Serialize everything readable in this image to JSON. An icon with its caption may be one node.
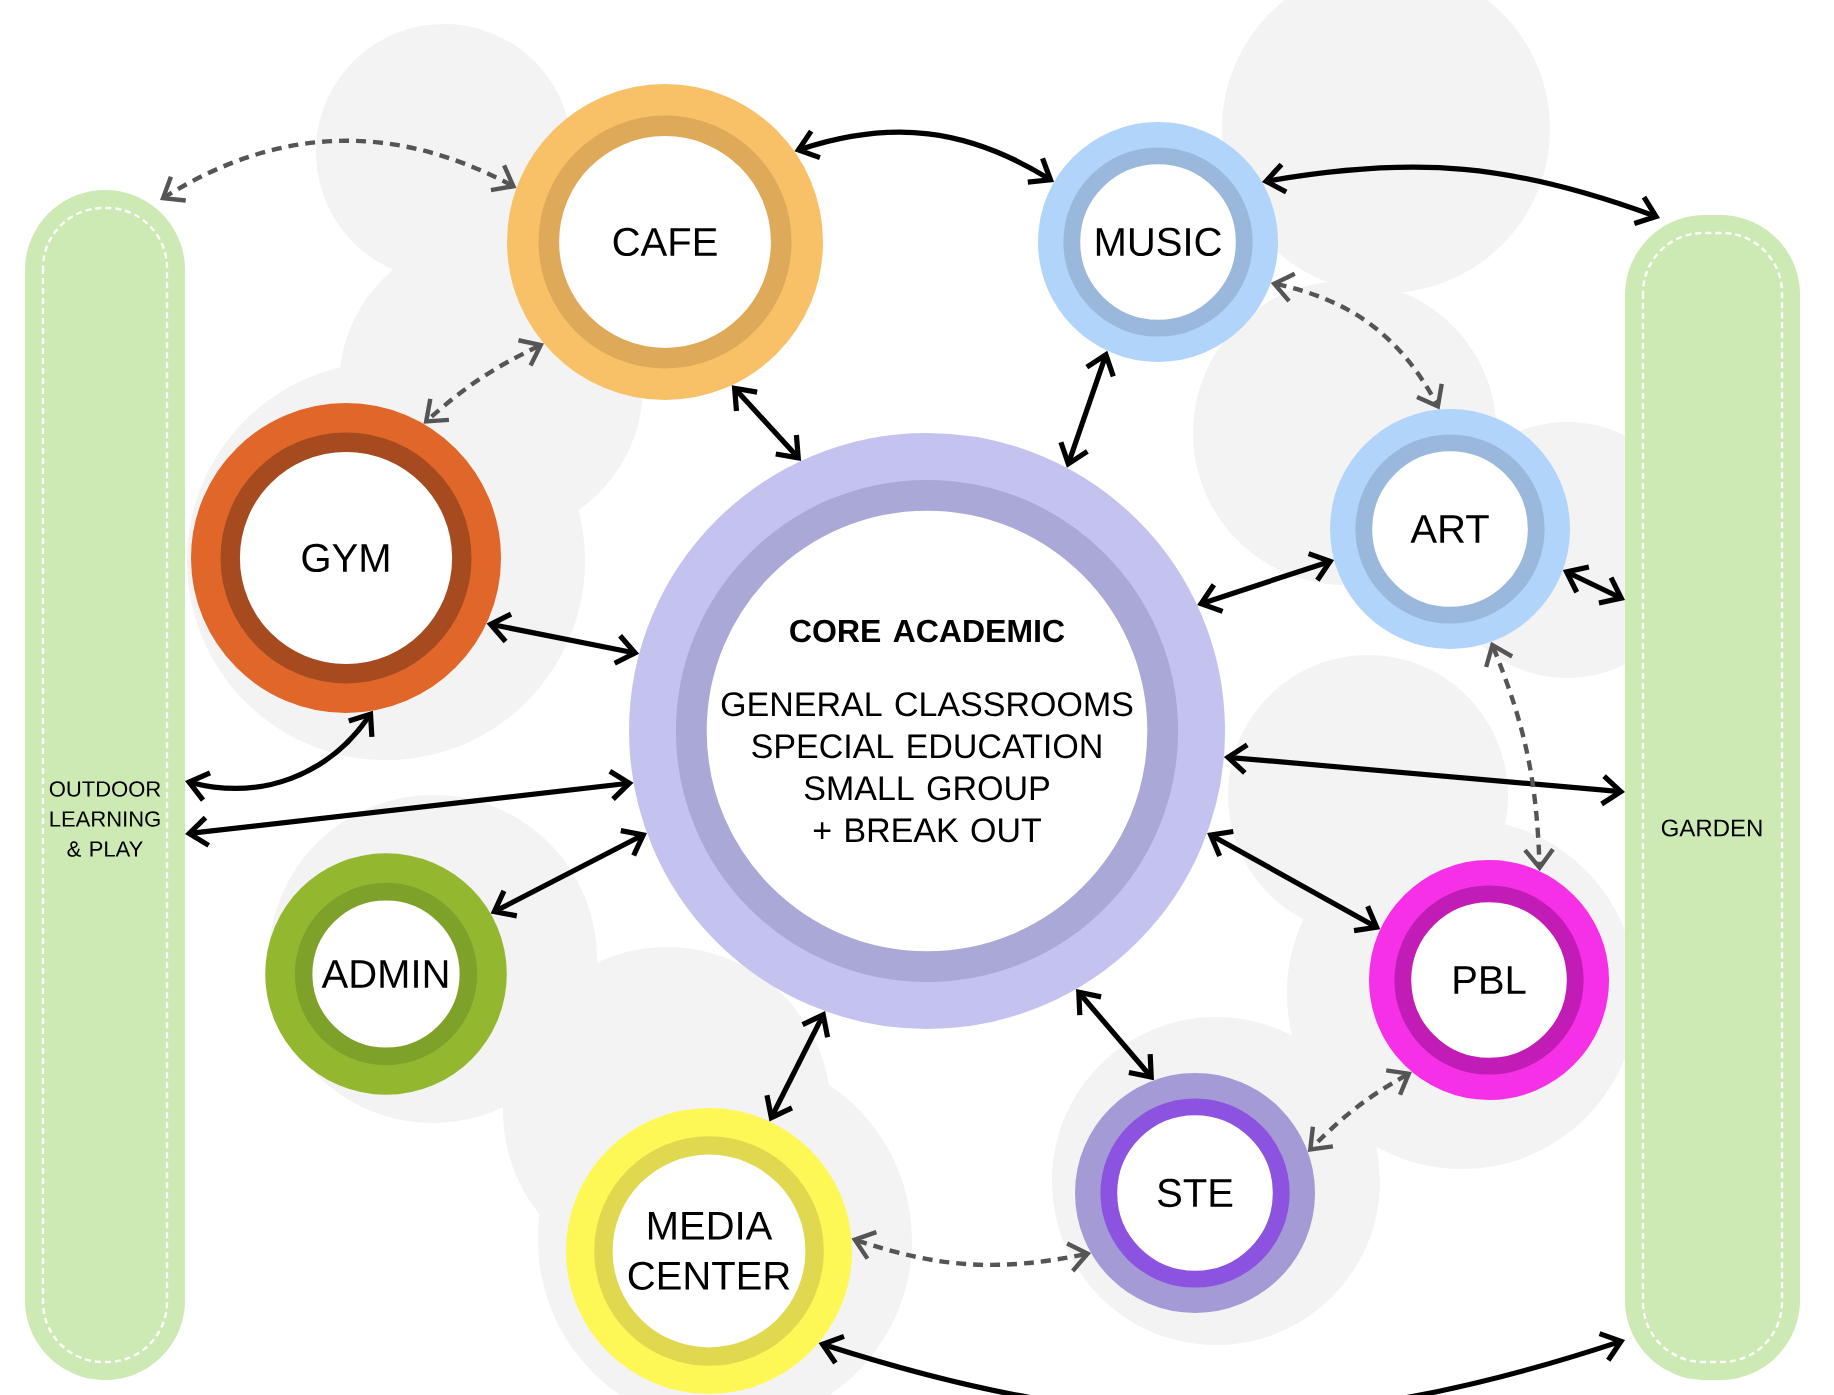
{
  "diagram": {
    "nodes": [
      {
        "text": [
          "CORE ACADEMIC",
          "GENERAL CLASSROOMS SPECIAL EDUCATION SMALL GROUP + BREAK OUT"
        ]
      },
      {
        "text": [
          "CAFE"
        ]
      },
      {
        "text": [
          "MUSIC"
        ]
      },
      {
        "text": [
          "GYM"
        ]
      },
      {
        "text": [
          "ART"
        ]
      },
      {
        "text": [
          "OUTDOOR LEARNING & PLAY"
        ]
      },
      {
        "text": [
          "GARDEN"
        ]
      },
      {
        "text": [
          "ADMIN"
        ]
      },
      {
        "text": [
          "PBL"
        ]
      },
      {
        "text": [
          "MEDIA CENTER"
        ]
      },
      {
        "text": [
          "STE"
        ]
      }
    ],
    "edges": [
      {
        "from": 1,
        "to": 2,
        "arrow": "both"
      },
      {
        "from": 2,
        "to": 6,
        "arrow": "both"
      },
      {
        "from": 1,
        "to": 0,
        "arrow": "both"
      },
      {
        "from": 2,
        "to": 0,
        "arrow": "both"
      },
      {
        "from": 3,
        "to": 0,
        "arrow": "both"
      },
      {
        "from": 4,
        "to": 0,
        "arrow": "both"
      },
      {
        "from": 4,
        "to": 6,
        "arrow": "both"
      },
      {
        "from": 0,
        "to": 5,
        "arrow": "both"
      },
      {
        "from": 0,
        "to": 6,
        "arrow": "both"
      },
      {
        "from": 0,
        "to": 8,
        "arrow": "both"
      },
      {
        "from": 3,
        "to": 5,
        "arrow": "both"
      },
      {
        "from": 7,
        "to": 0,
        "arrow": "both"
      },
      {
        "from": 0,
        "to": 9,
        "arrow": "both"
      },
      {
        "from": 0,
        "to": 10,
        "arrow": "both"
      },
      {
        "from": 9,
        "to": 6,
        "arrow": "both"
      },
      {
        "from": 1,
        "to": 5,
        "arrow": "both",
        "style": "dashed",
        "color": "#555555"
      },
      {
        "from": 1,
        "to": 3,
        "arrow": "both",
        "style": "dashed",
        "color": "#555555"
      },
      {
        "from": 2,
        "to": 4,
        "arrow": "both",
        "style": "dashed",
        "color": "#555555"
      },
      {
        "from": 4,
        "to": 8,
        "arrow": "both",
        "style": "dashed",
        "color": "#555555"
      },
      {
        "from": 8,
        "to": 10,
        "arrow": "both",
        "style": "dashed",
        "color": "#555555"
      },
      {
        "from": 9,
        "to": 10,
        "arrow": "both",
        "style": "dashed",
        "color": "#555555"
      }
    ]
  }
}
